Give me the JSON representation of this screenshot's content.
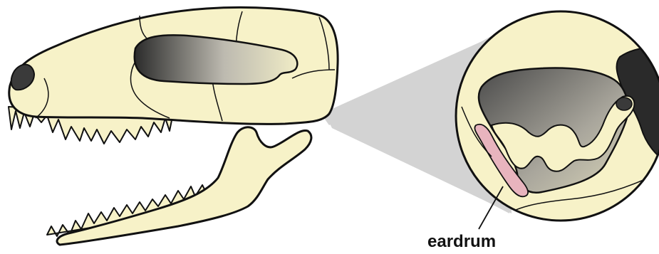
{
  "labels": {
    "eardrum": "eardrum"
  },
  "colors": {
    "bone": "#f7f2c8",
    "outline": "#111111",
    "shadow": "#d6d6d6",
    "cavity_dark": "#3a3a3a",
    "eardrum": "#e8b4be"
  },
  "icons": {
    "skull": "skull-illustration",
    "jaw": "lower-jaw-illustration",
    "magnifier": "magnified-ear-circle"
  }
}
